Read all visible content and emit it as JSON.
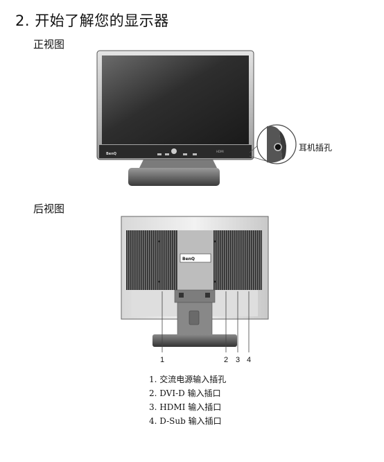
{
  "section_title": "2. 开始了解您的显示器",
  "front": {
    "heading": "正视图",
    "brand": "BenQ",
    "headphone_label": "耳机插孔"
  },
  "back": {
    "heading": "后视图",
    "brand": "BenQ",
    "callout_numbers": [
      "1",
      "2",
      "3",
      "4"
    ]
  },
  "legend": [
    "1. 交流电源输入插孔",
    "2. DVI-D 输入插口",
    "3. HDMI 输入插口",
    "4. D-Sub 输入插口"
  ]
}
